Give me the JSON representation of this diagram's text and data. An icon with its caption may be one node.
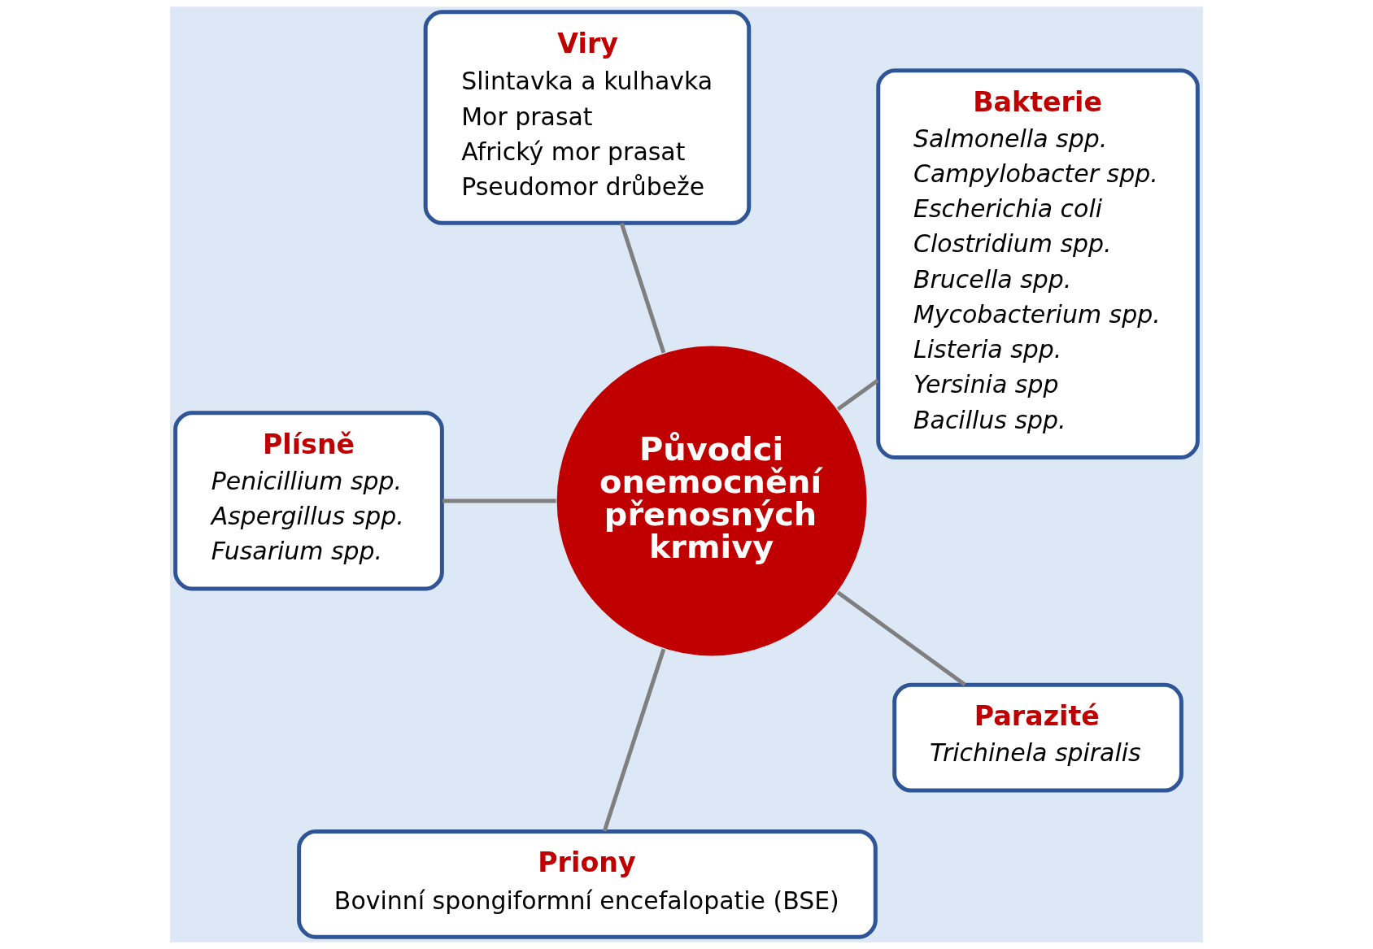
{
  "diagram": {
    "nodes": [
      {
        "text": [
          "Bakterie",
          "Salmonella spp.",
          "Campylobacter spp.",
          "Escherichia coli",
          "Clostridium spp.",
          "Brucella spp.",
          "Mycobacterium spp.",
          "Listeria spp.",
          "Yersinia spp",
          "Bacillus spp."
        ]
      },
      {
        "text": [
          "Viry",
          "Slintavka a kulhavka",
          "Mor prasat",
          "Africký mor prasat",
          "Pseudomor drůbeže"
        ]
      },
      {
        "text": [
          "Plísně",
          "Penicillium spp.",
          "Aspergillus spp.",
          "Fusarium spp."
        ]
      },
      {
        "text": [
          "Priony",
          "Bovinní spongiformní encefalopatie (BSE)"
        ]
      },
      {
        "text": [
          "Původci onemocnění přenosných krmivy"
        ]
      },
      {
        "text": [
          "Parazité",
          "Trichinela spiralis"
        ]
      }
    ],
    "edges": [
      {
        "from": 4,
        "to": 0,
        "arrow": "none"
      },
      {
        "from": 4,
        "to": 1,
        "arrow": "none"
      },
      {
        "from": 4,
        "to": 2,
        "arrow": "none"
      },
      {
        "from": 4,
        "to": 3,
        "arrow": "none"
      },
      {
        "from": 4,
        "to": 5,
        "arrow": "none"
      }
    ]
  }
}
